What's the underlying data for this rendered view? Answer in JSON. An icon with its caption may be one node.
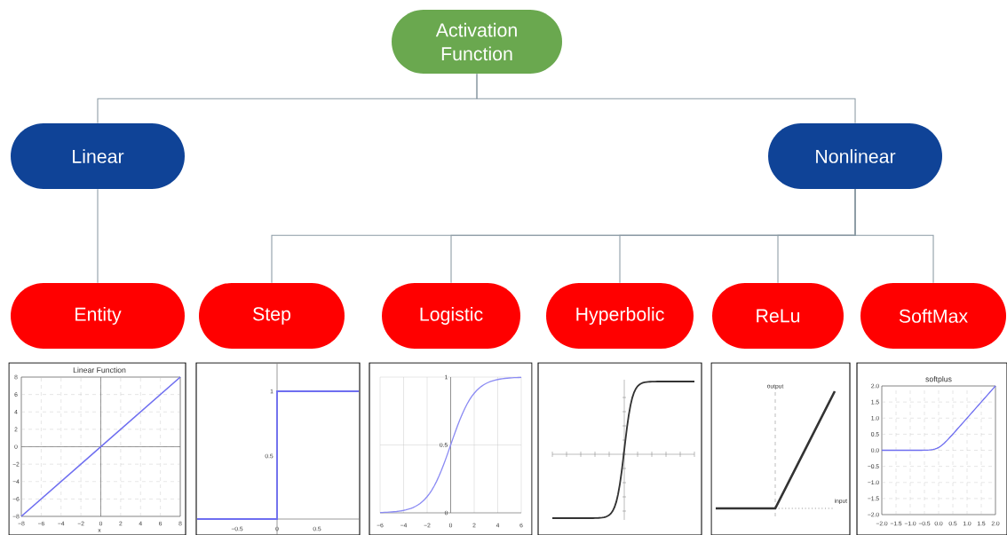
{
  "diagram": {
    "nodes": [
      {
        "text": [
          "Activation Function"
        ]
      },
      {
        "text": [
          "Linear"
        ]
      },
      {
        "text": [
          "Nonlinear"
        ]
      },
      {
        "text": [
          "Entity"
        ]
      },
      {
        "text": [
          "Step"
        ]
      },
      {
        "text": [
          "Logistic"
        ]
      },
      {
        "text": [
          "Hyperbolic"
        ]
      },
      {
        "text": [
          "ReLu"
        ]
      },
      {
        "text": [
          "SoftMax"
        ]
      }
    ],
    "edges": [
      {
        "from": 0,
        "to": 1,
        "arrow": "none"
      },
      {
        "from": 0,
        "to": 2,
        "arrow": "none"
      },
      {
        "from": 1,
        "to": 3,
        "arrow": "none"
      },
      {
        "from": 2,
        "to": 4,
        "arrow": "none"
      },
      {
        "from": 2,
        "to": 5,
        "arrow": "none"
      },
      {
        "from": 2,
        "to": 6,
        "arrow": "none"
      },
      {
        "from": 2,
        "to": 7,
        "arrow": "none"
      },
      {
        "from": 2,
        "to": 8,
        "arrow": "none"
      }
    ],
    "labels": [
      "Linear Function",
      "8",
      "6",
      "4",
      "2",
      "0",
      "−2",
      "−4",
      "−6",
      "−8",
      "−8",
      "−6",
      "−4",
      "−2",
      "0",
      "2",
      "4",
      "6",
      "8",
      "x",
      "1",
      "0.5",
      "−0.5",
      "0",
      "0.5",
      "1",
      "0.5",
      "0",
      "−6",
      "−4",
      "−2",
      "0",
      "2",
      "4",
      "6",
      "output",
      "input",
      "softplus",
      "2.0",
      "1.5",
      "1.0",
      "0.5",
      "0.0",
      "−0.5",
      "−1.0",
      "−1.5",
      "−2.0",
      "−2.0",
      "−1.5",
      "−1.0",
      "−0.5",
      "0.0",
      "0.5",
      "1.0",
      "1.5",
      "2.0"
    ]
  }
}
